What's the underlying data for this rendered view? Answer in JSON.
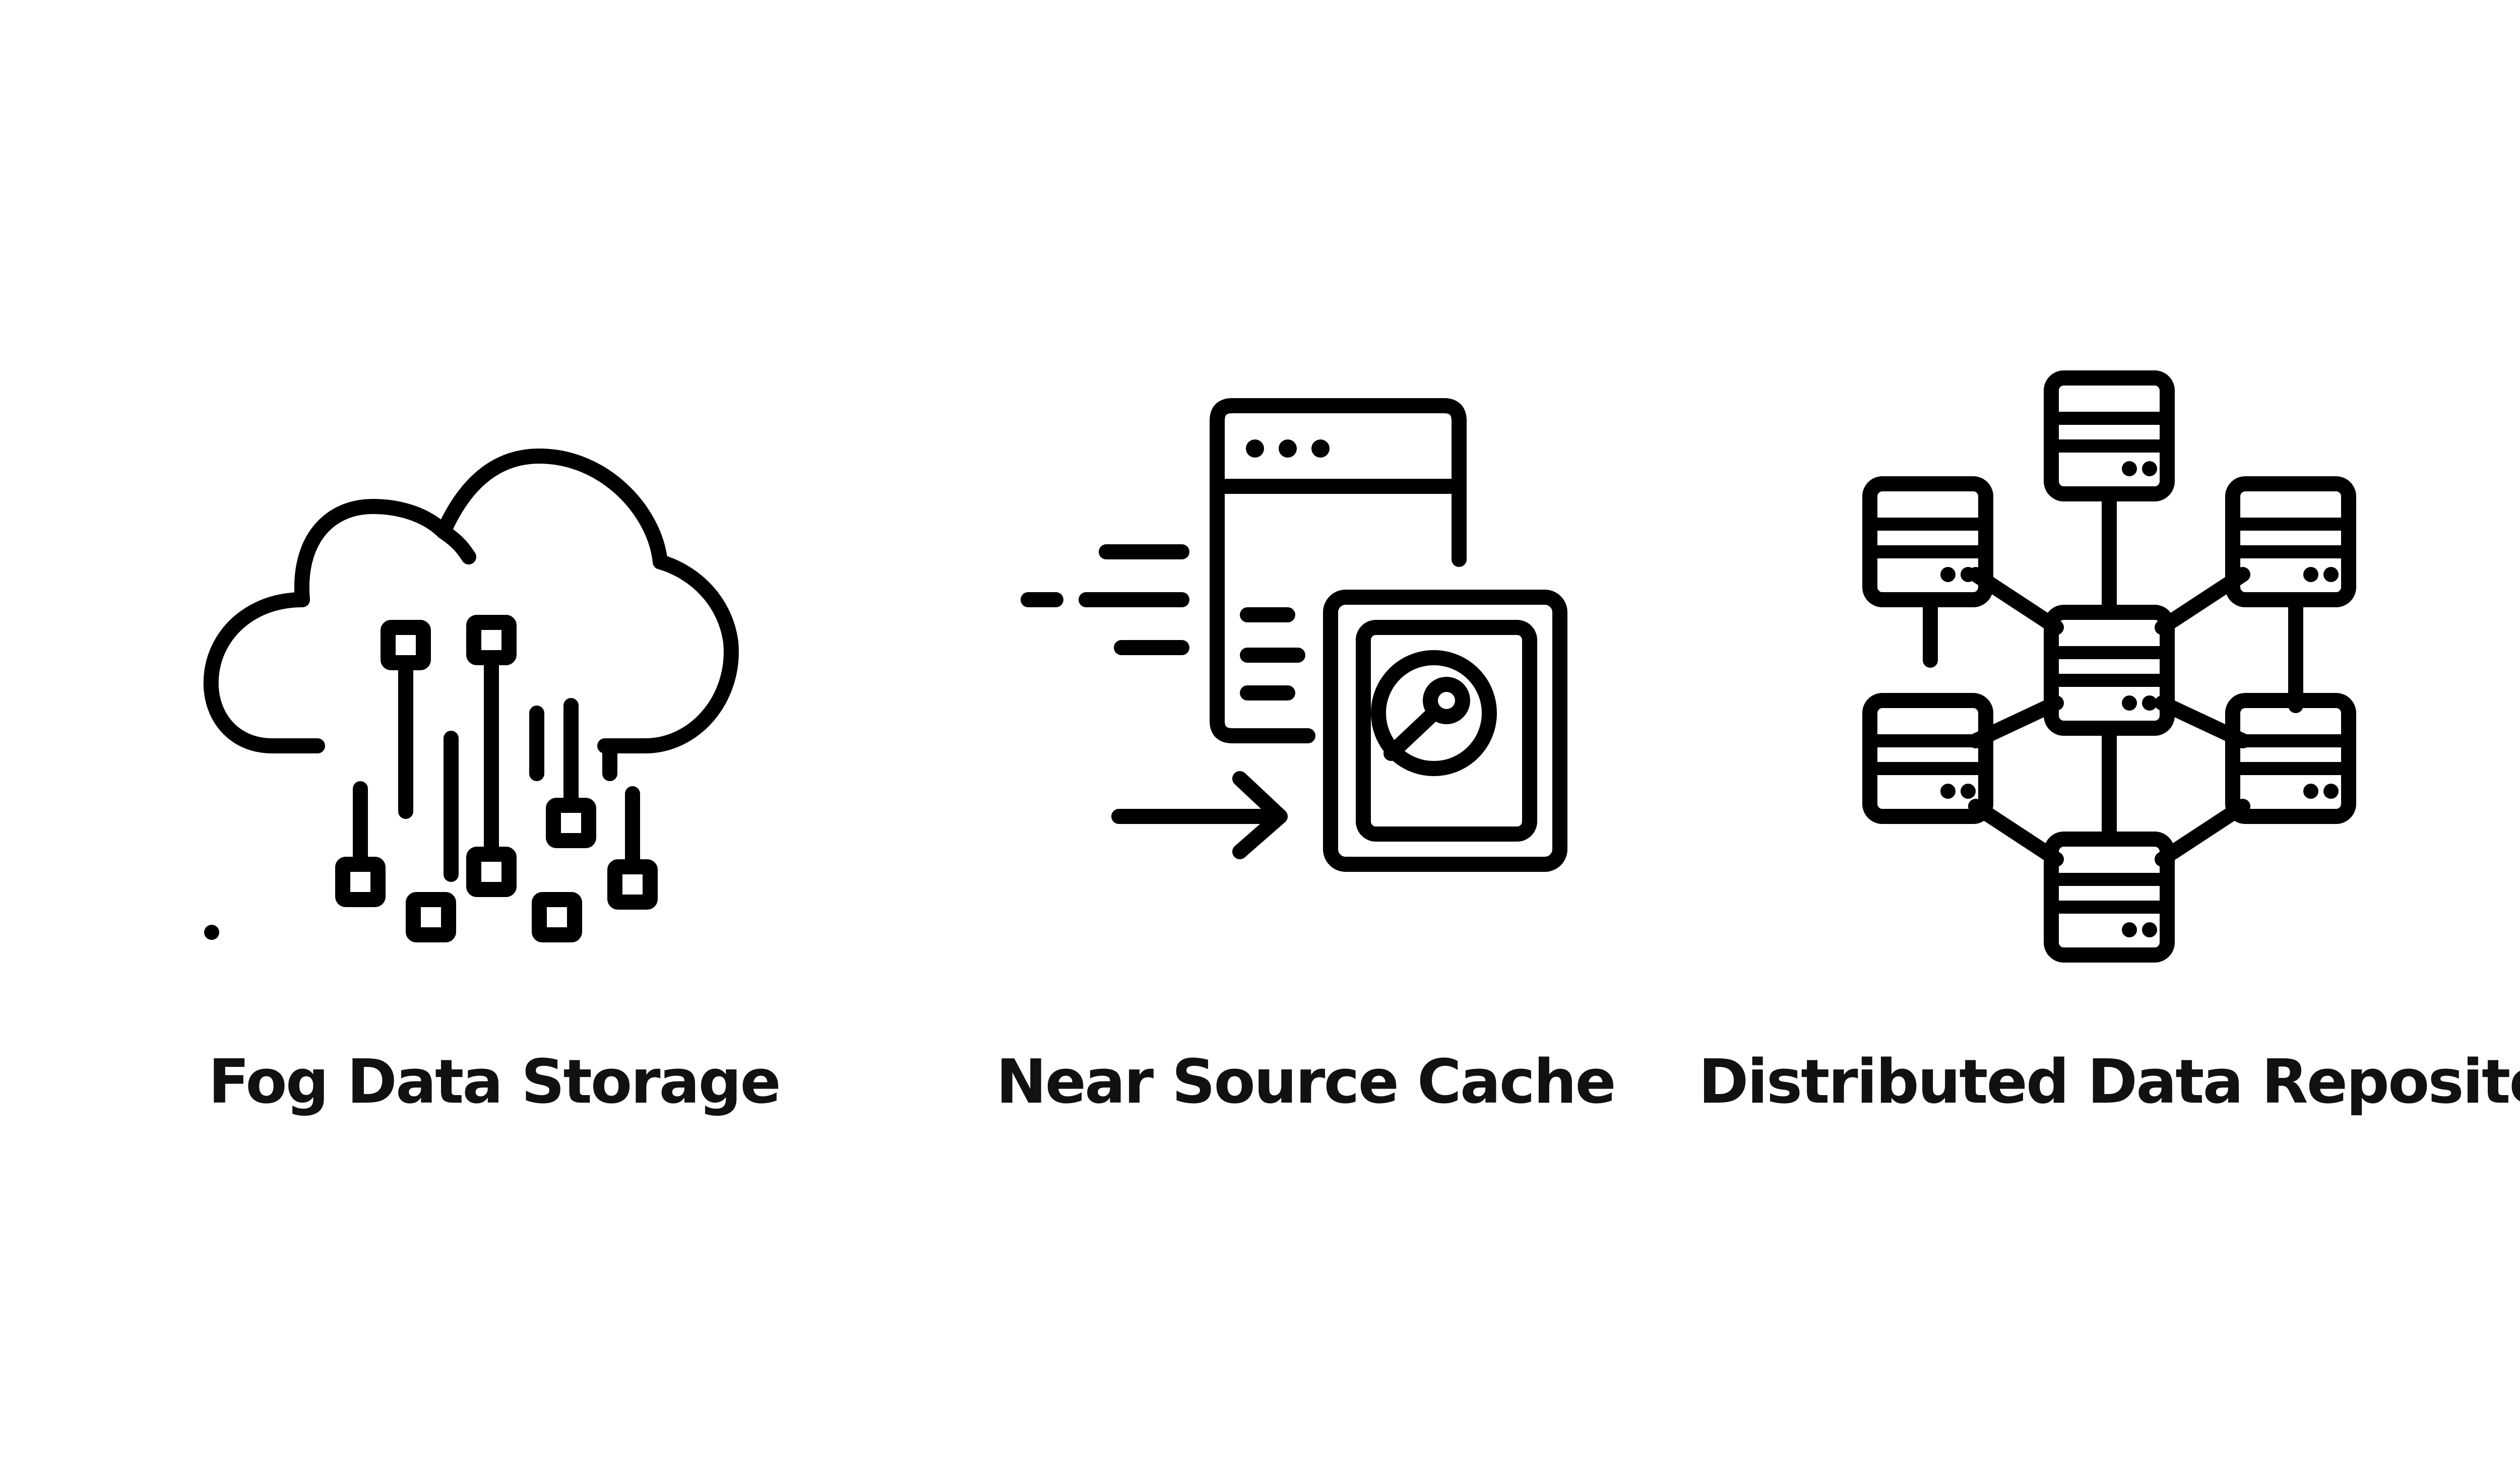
{
  "icons": [
    {
      "name": "fog-data-storage",
      "icon": "cloud-circuit-icon",
      "label": "Fog Data Storage"
    },
    {
      "name": "near-source-cache",
      "icon": "browser-hard-drive-icon",
      "label": "Near Source Cache"
    },
    {
      "name": "distributed-data-repository",
      "icon": "server-network-icon",
      "label": "Distributed Data Repository"
    }
  ],
  "colors": {
    "background": "#ffffff",
    "stroke": "#000000",
    "text": "#111111"
  }
}
